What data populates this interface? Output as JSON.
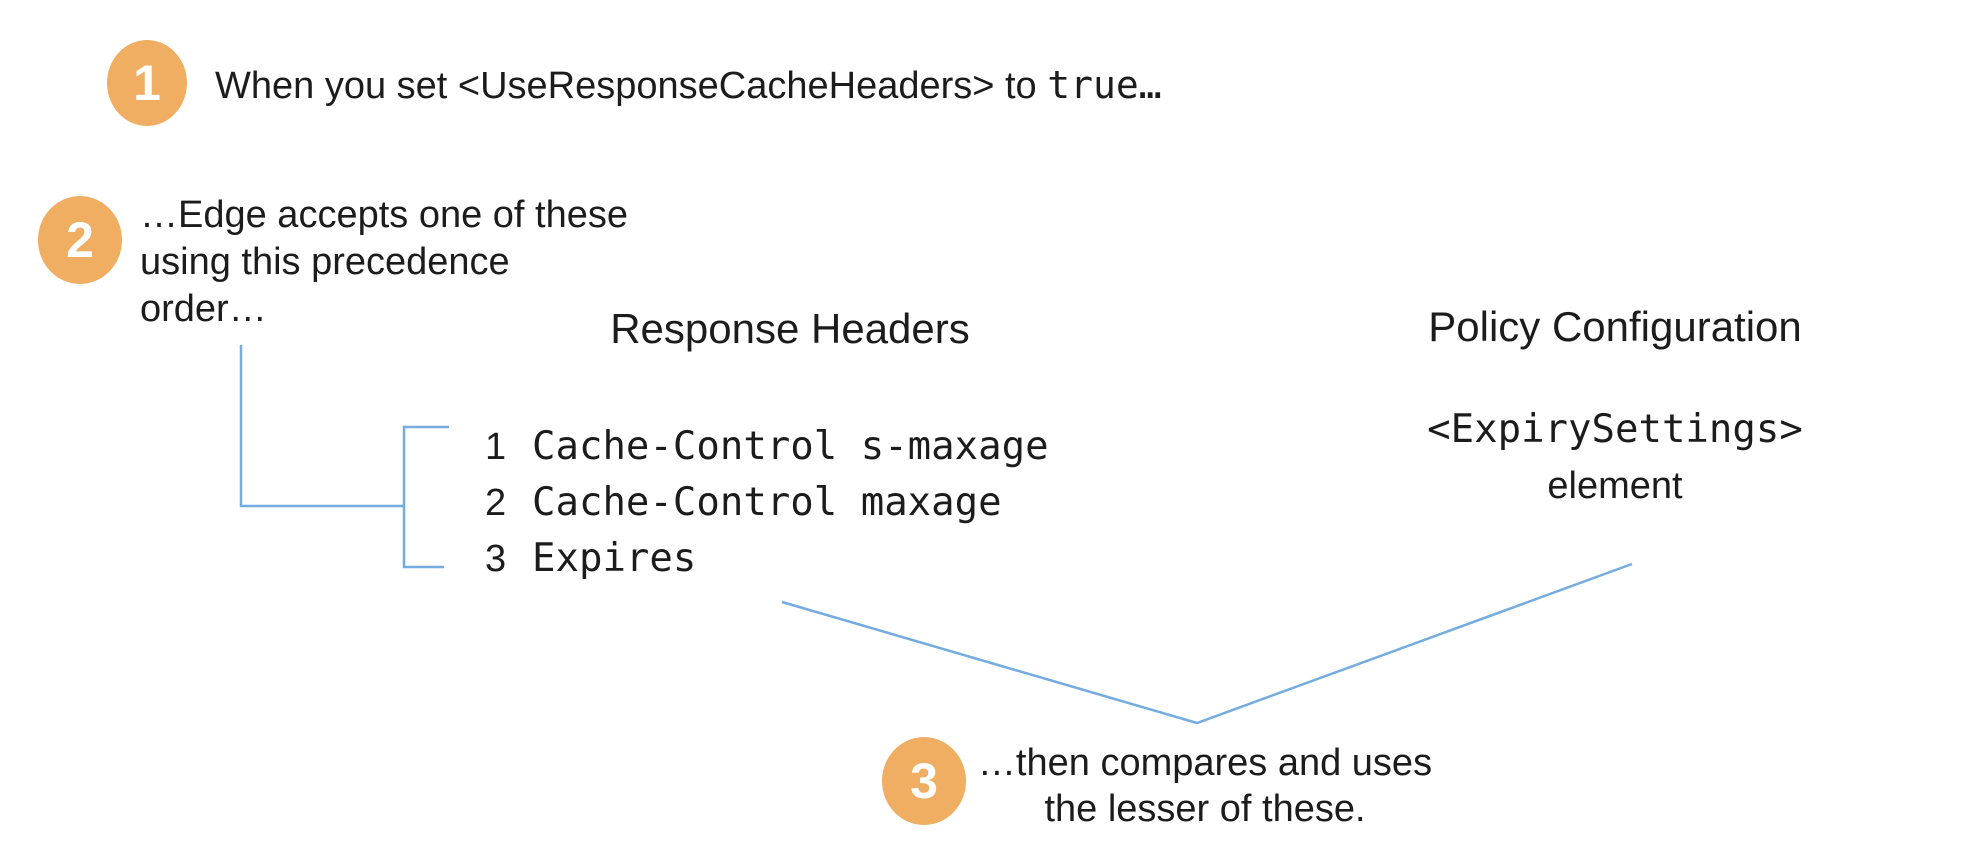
{
  "palette": {
    "accent_orange": "#EFAE62",
    "accent_blue": "#74ACDF",
    "text_color": "#1C1C1C"
  },
  "notes": {
    "step1": {
      "number": "1",
      "text_before_code": "When you set <UseResponseCacheHeaders> to ",
      "code_text": "true…"
    },
    "step2": {
      "number": "2",
      "line1": "…Edge accepts one of these",
      "line2": "using this precedence",
      "line3": "order…"
    },
    "step3": {
      "number": "3",
      "line1": "…then compares and uses",
      "line2": "the lesser of these."
    }
  },
  "columns": {
    "response_headers": {
      "title": "Response Headers",
      "items": [
        {
          "rank": "1",
          "name": "Cache-Control s-maxage"
        },
        {
          "rank": "2",
          "name": "Cache-Control maxage"
        },
        {
          "rank": "3",
          "name": "Expires"
        }
      ]
    },
    "policy_configuration": {
      "title": "Policy Configuration",
      "code": "<ExpirySettings>",
      "caption": "element"
    }
  }
}
